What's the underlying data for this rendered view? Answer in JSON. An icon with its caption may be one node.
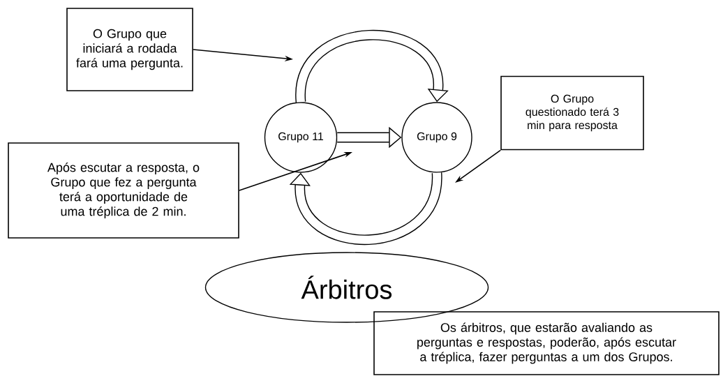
{
  "diagram": {
    "nodes": [
      {
        "text": [
          "O Grupo que iniciará a rodada fará uma pergunta."
        ]
      },
      {
        "text": [
          "O Grupo questionado terá 3 min para resposta"
        ]
      },
      {
        "text": [
          "Grupo 11"
        ]
      },
      {
        "text": [
          "Grupo 9"
        ]
      },
      {
        "text": [
          "Após escutar a resposta, o Grupo que fez a pergunta terá a oportunidade de uma tréplica de 2 min."
        ]
      },
      {
        "text": [
          "Árbitros"
        ]
      },
      {
        "text": [
          "Os árbitros, que estarão avaliando as perguntas e respostas, poderão, após escutar a tréplica, fazer perguntas a um dos Grupos."
        ]
      }
    ],
    "edges": [
      {
        "from": 2,
        "to": 3,
        "arrow": "to",
        "style": "thick"
      },
      {
        "from": 2,
        "to": 3,
        "arrow": "to",
        "style": "thick"
      },
      {
        "from": 3,
        "to": 2,
        "arrow": "to",
        "style": "thick"
      },
      {
        "from": 0,
        "to": null,
        "arrow": "to"
      },
      {
        "from": 1,
        "to": null,
        "arrow": "to"
      },
      {
        "from": 4,
        "to": null,
        "arrow": "to"
      }
    ]
  }
}
